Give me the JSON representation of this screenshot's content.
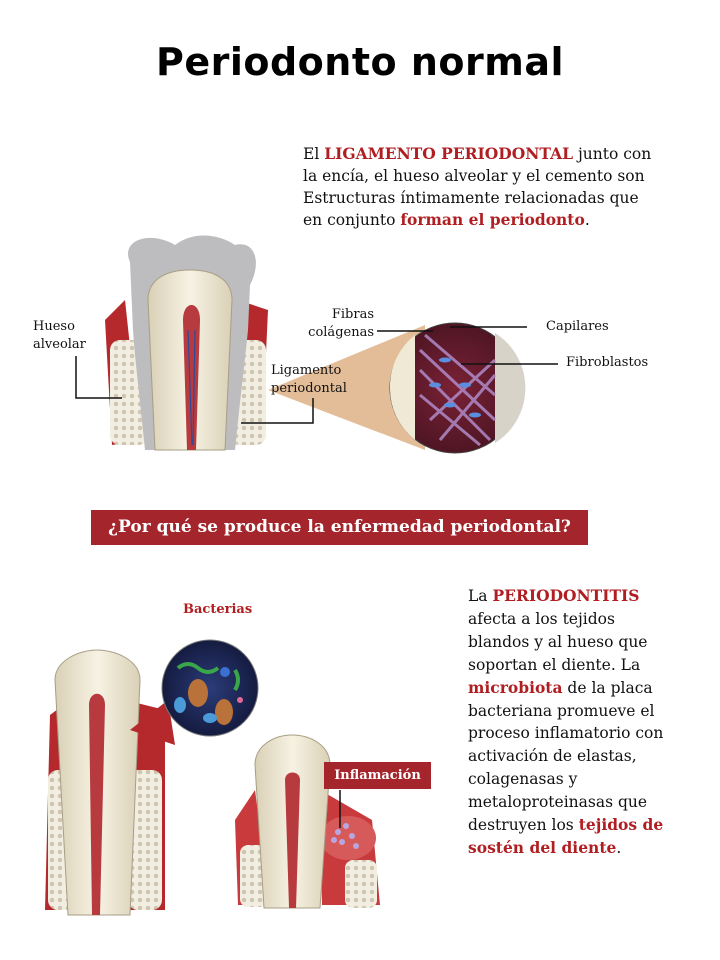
{
  "title": "Periodonto normal",
  "intro": {
    "t1": "El ",
    "h1": "LIGAMENTO PERIODONTAL",
    "t2": " junto con la encía, el hueso alveolar y el cemento son Estructuras íntimamente relacionadas que en conjunto ",
    "h2": "forman el periodonto",
    "t3": "."
  },
  "labels": {
    "hueso": "Hueso alveolar",
    "ligamento": "Ligamento periodontal",
    "fibras": "Fibras colágenas",
    "capilares": "Capilares",
    "fibroblastos": "Fibroblastos"
  },
  "banner": "¿Por qué se produce la enfermedad periodontal?",
  "bacterias": "Bacterias",
  "inflamacion": "Inflamación",
  "body": {
    "t1": "La ",
    "h1": "PERIODONTITIS",
    "t2": " afecta a los tejidos blandos y al hueso que soportan el diente. La ",
    "h2": "microbiota",
    "t3": " de la placa bacteriana promueve el proceso inflamatorio con activación de elastas, colagenasas y metaloproteinasas que destruyen los ",
    "h3": "tejidos de sostén del diente",
    "t4": "."
  },
  "colors": {
    "accent": "#a4262c",
    "highlight": "#b01e22"
  }
}
